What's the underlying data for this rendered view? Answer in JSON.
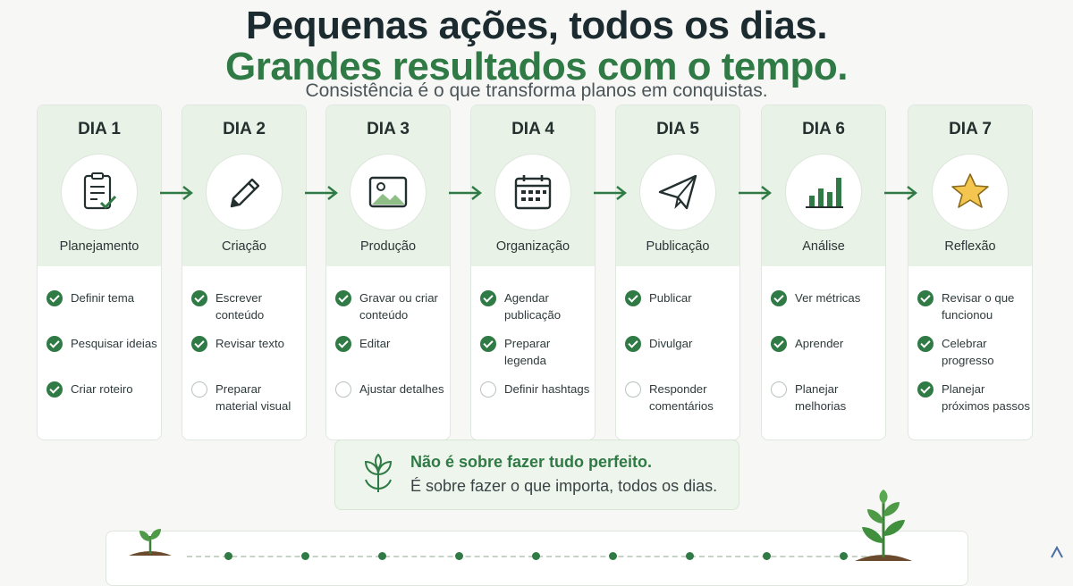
{
  "header": {
    "title_line1": "Pequenas ações, todos os dias.",
    "title_line2": "Grandes resultados com o tempo.",
    "subtitle": "Consistência é o que transforma planos em conquistas."
  },
  "colors": {
    "accent": "#2f7a45",
    "card_header_bg": "#e8f2e6",
    "text_dark": "#1c2b30"
  },
  "days": [
    {
      "label": "DIA 1",
      "icon": "checklist-icon",
      "title": "Planejamento",
      "tasks": [
        {
          "text": "Definir tema",
          "done": true
        },
        {
          "text": "Pesquisar ideias",
          "done": true
        },
        {
          "text": "Criar roteiro",
          "done": true
        }
      ]
    },
    {
      "label": "DIA 2",
      "icon": "pencil-icon",
      "title": "Criação",
      "tasks": [
        {
          "text": "Escrever conteúdo",
          "done": true
        },
        {
          "text": "Revisar texto",
          "done": true
        },
        {
          "text": "Preparar material visual",
          "done": false
        }
      ]
    },
    {
      "label": "DIA 3",
      "icon": "image-icon",
      "title": "Produção",
      "tasks": [
        {
          "text": "Gravar ou criar conteúdo",
          "done": true
        },
        {
          "text": "Editar",
          "done": true
        },
        {
          "text": "Ajustar detalhes",
          "done": false
        }
      ]
    },
    {
      "label": "DIA 4",
      "icon": "calendar-icon",
      "title": "Organização",
      "tasks": [
        {
          "text": "Agendar publicação",
          "done": true
        },
        {
          "text": "Preparar legenda",
          "done": true
        },
        {
          "text": "Definir hashtags",
          "done": false
        }
      ]
    },
    {
      "label": "DIA 5",
      "icon": "paper-plane-icon",
      "title": "Publicação",
      "tasks": [
        {
          "text": "Publicar",
          "done": true
        },
        {
          "text": "Divulgar",
          "done": true
        },
        {
          "text": "Responder comentários",
          "done": false
        }
      ]
    },
    {
      "label": "DIA 6",
      "icon": "bar-chart-icon",
      "title": "Análise",
      "tasks": [
        {
          "text": "Ver métricas",
          "done": true
        },
        {
          "text": "Aprender",
          "done": true
        },
        {
          "text": "Planejar melhorias",
          "done": false
        }
      ]
    },
    {
      "label": "DIA 7",
      "icon": "star-icon",
      "title": "Reflexão",
      "tasks": [
        {
          "text": "Revisar o que funcionou",
          "done": true
        },
        {
          "text": "Celebrar progresso",
          "done": true
        },
        {
          "text": "Planejar próximos passos",
          "done": true
        }
      ]
    }
  ],
  "banner": {
    "icon": "sprout-icon",
    "line1": "Não é sobre fazer tudo perfeito.",
    "line2": "É sobre fazer o que importa, todos os dias."
  },
  "timeline": {
    "start_icon": "small-sprout-icon",
    "end_icon": "grown-plant-icon",
    "milestones": 9
  }
}
